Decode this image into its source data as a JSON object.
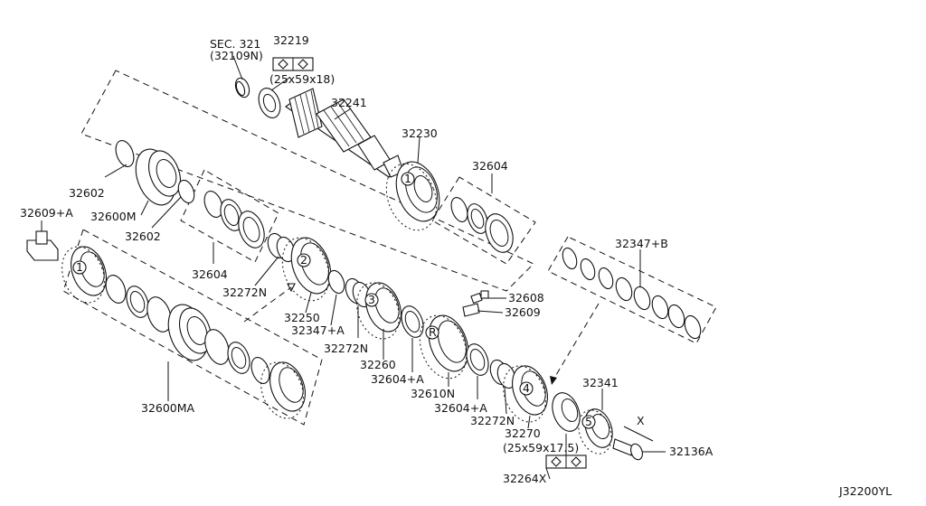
{
  "labels": {
    "sec321": "SEC. 321",
    "p32109n": "(32109N)",
    "p32219": "32219",
    "dim1": "(25x59x18)",
    "p32241": "32241",
    "p32230": "32230",
    "p32604_top": "32604",
    "p32602_a": "32602",
    "p32600m": "32600M",
    "p32602_b": "32602",
    "p32609a": "32609+A",
    "p32604_mid": "32604",
    "p32272n_a": "32272N",
    "p32250": "32250",
    "p32347a": "32347+A",
    "p32272n_b": "32272N",
    "p32608": "32608",
    "p32609": "32609",
    "p32347b": "32347+B",
    "p32260": "32260",
    "p32604a_a": "32604+A",
    "p32610n": "32610N",
    "p32604a_b": "32604+A",
    "p32272n_c": "32272N",
    "p32270": "32270",
    "dim2": "(25x59x17.5)",
    "p32264x": "32264X",
    "p32341": "32341",
    "p32136a": "32136A",
    "p32600ma": "32600MA",
    "xmark": "X",
    "code": "J32200YL"
  },
  "gear_marks": [
    "1",
    "2",
    "3",
    "R",
    "4",
    "5",
    "1"
  ]
}
